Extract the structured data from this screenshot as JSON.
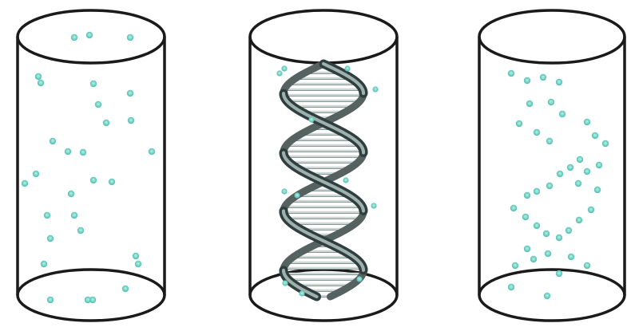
{
  "colors": {
    "background": "#ffffff",
    "outline": "#1a1a1a",
    "particle": "#6fd2c4",
    "helix_dark": "#2f3f3f",
    "helix_mid": "#7b8c8a",
    "helix_light": "#cfd7d5"
  },
  "panels": [
    {
      "id": "cylinder-left",
      "content": "scattered-particles"
    },
    {
      "id": "cylinder-middle",
      "content": "dna-double-helix"
    },
    {
      "id": "cylinder-right",
      "content": "loose-helical-particle-chain"
    }
  ],
  "icon": "dna-double-helix-icon"
}
